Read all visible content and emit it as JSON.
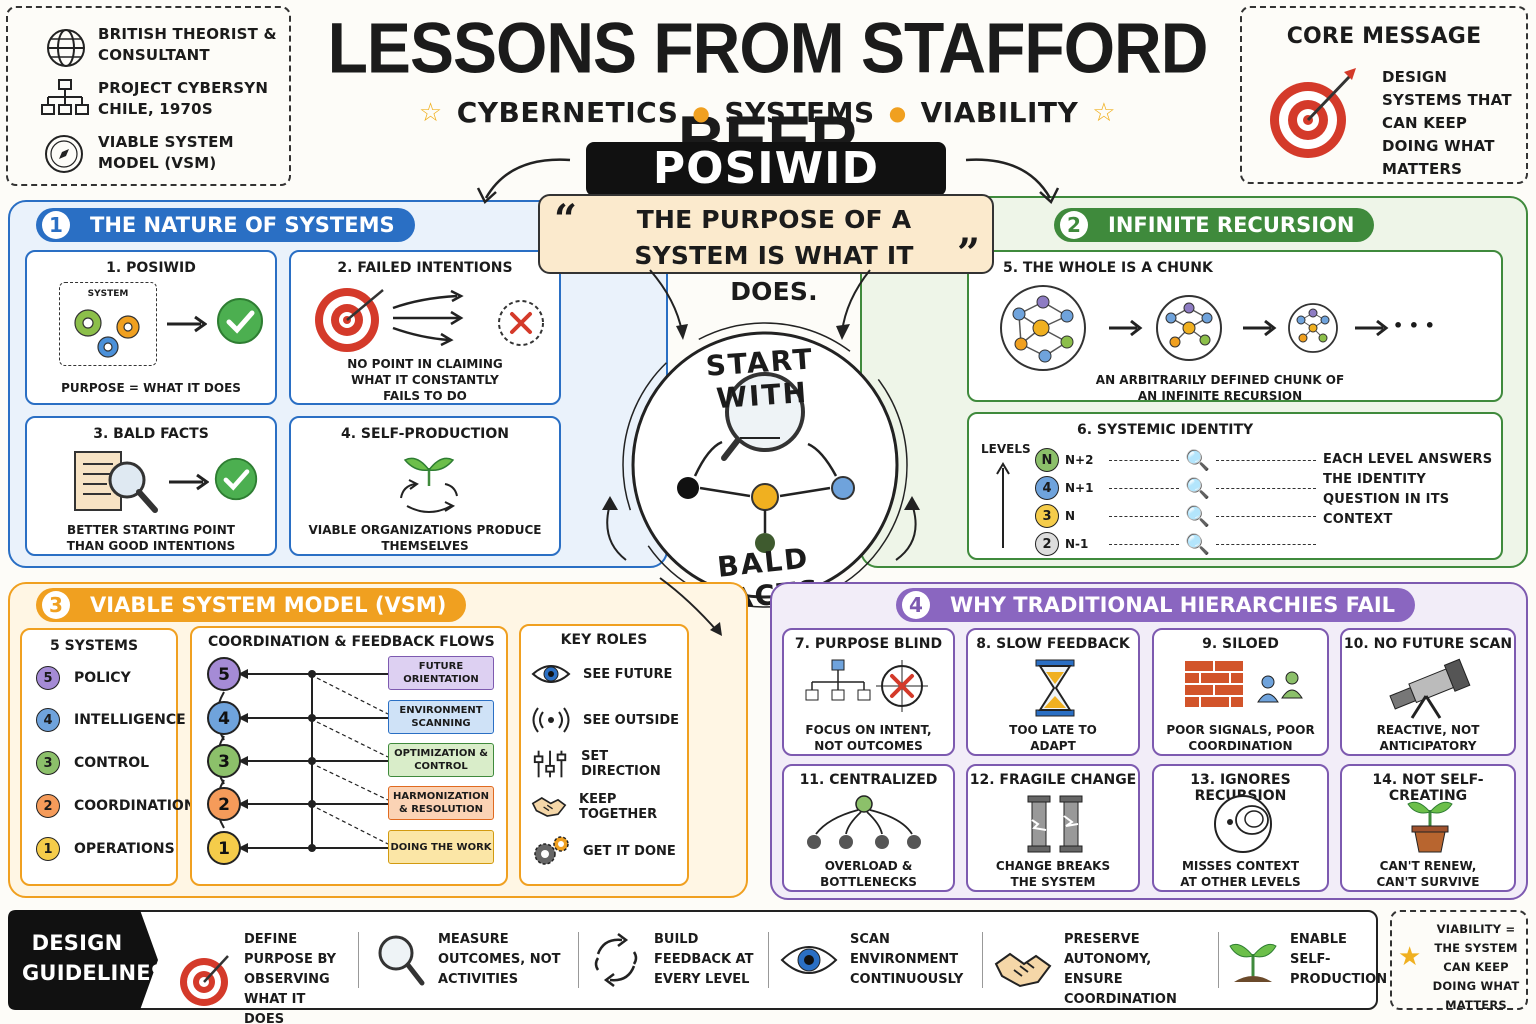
{
  "title": "LESSONS FROM STAFFORD BEER",
  "subtitle": [
    "CYBERNETICS",
    "SYSTEMS",
    "VIABILITY"
  ],
  "profile": [
    {
      "icon": "globe-icon",
      "text": "BRITISH THEORIST & CONSULTANT"
    },
    {
      "icon": "org-chart-icon",
      "text": "PROJECT CYBERSYN CHILE, 1970s"
    },
    {
      "icon": "compass-icon",
      "text": "VIABLE SYSTEM MODEL (VSM)"
    }
  ],
  "core": {
    "title": "CORE MESSAGE",
    "text": "DESIGN SYSTEMS THAT CAN KEEP DOING WHAT MATTERS"
  },
  "posiwid": {
    "label": "POSIWID",
    "quote": "THE PURPOSE OF A SYSTEM IS WHAT IT DOES."
  },
  "center": {
    "top": "START WITH",
    "bottom": "BALD FACTS"
  },
  "sections": {
    "s1": {
      "num": "1",
      "title": "THE NATURE OF SYSTEMS",
      "color": "#2a6fc4"
    },
    "s2": {
      "num": "2",
      "title": "INFINITE RECURSION",
      "color": "#3f8a3c"
    },
    "s3": {
      "num": "3",
      "title": "VIABLE SYSTEM MODEL (VSM)",
      "color": "#f0a020"
    },
    "s4": {
      "num": "4",
      "title": "WHY TRADITIONAL HIERARCHIES FAIL",
      "color": "#7d5ab0"
    }
  },
  "s1cards": {
    "c1": {
      "title": "1. POSIWID",
      "label": "SYSTEM",
      "caption": "PURPOSE = WHAT IT DOES"
    },
    "c2": {
      "title": "2. FAILED INTENTIONS",
      "caption": "NO POINT IN CLAIMING WHAT IT CONSTANTLY FAILS TO DO"
    },
    "c3": {
      "title": "3. BALD FACTS",
      "caption": "BETTER STARTING POINT THAN GOOD INTENTIONS"
    },
    "c4": {
      "title": "4. SELF-PRODUCTION",
      "caption": "VIABLE ORGANIZATIONS PRODUCE THEMSELVES"
    }
  },
  "s2cards": {
    "c5": {
      "title": "5. THE WHOLE IS A CHUNK",
      "ellipsis": "• • •",
      "caption": "AN ARBITRARILY DEFINED CHUNK OF AN INFINITE RECURSION"
    },
    "c6": {
      "title": "6. SYSTEMIC IDENTITY",
      "levels_label": "LEVELS",
      "levels": [
        "N+2",
        "N+1",
        "N",
        "N-1"
      ],
      "caption": "EACH LEVEL ANSWERS THE IDENTITY QUESTION IN ITS CONTEXT"
    }
  },
  "vsm": {
    "systems_title": "5 SYSTEMS",
    "systems": [
      {
        "n": "5",
        "label": "POLICY",
        "color": "#a58bd6"
      },
      {
        "n": "4",
        "label": "INTELLIGENCE",
        "color": "#6fa3dc"
      },
      {
        "n": "3",
        "label": "CONTROL",
        "color": "#8cc06a"
      },
      {
        "n": "2",
        "label": "COORDINATION",
        "color": "#f59b5a"
      },
      {
        "n": "1",
        "label": "OPERATIONS",
        "color": "#f5cc4a"
      }
    ],
    "flows_title": "COORDINATION & FEEDBACK FLOWS",
    "flows": [
      {
        "label": "FUTURE ORIENTATION",
        "fill": "#ddd0f2",
        "border": "#7d5ab0"
      },
      {
        "label": "ENVIRONMENT SCANNING",
        "fill": "#cfe2f7",
        "border": "#2a6fc4"
      },
      {
        "label": "OPTIMIZATION & CONTROL",
        "fill": "#d9edc9",
        "border": "#3f8a3c"
      },
      {
        "label": "HARMONIZATION & RESOLUTION",
        "fill": "#fbd3b5",
        "border": "#e06a20"
      },
      {
        "label": "DOING THE WORK",
        "fill": "#fbe6a6",
        "border": "#d29a10"
      }
    ],
    "roles_title": "KEY ROLES",
    "roles": [
      {
        "icon": "eye-icon",
        "label": "SEE FUTURE"
      },
      {
        "icon": "radar-icon",
        "label": "SEE OUTSIDE"
      },
      {
        "icon": "sliders-icon",
        "label": "SET DIRECTION"
      },
      {
        "icon": "handshake-icon",
        "label": "KEEP TOGETHER"
      },
      {
        "icon": "gears-icon",
        "label": "GET IT DONE"
      }
    ]
  },
  "fails": [
    {
      "title": "7. PURPOSE BLIND",
      "caption": "FOCUS ON INTENT, NOT OUTCOMES",
      "icon": "target-miss-icon"
    },
    {
      "title": "8. SLOW FEEDBACK",
      "caption": "TOO LATE TO ADAPT",
      "icon": "hourglass-icon"
    },
    {
      "title": "9. SILOED",
      "caption": "POOR SIGNALS, POOR COORDINATION",
      "icon": "brick-wall-icon"
    },
    {
      "title": "10. NO FUTURE SCAN",
      "caption": "REACTIVE, NOT ANTICIPATORY",
      "icon": "telescope-icon"
    },
    {
      "title": "11. CENTRALIZED",
      "caption": "OVERLOAD & BOTTLENECKS",
      "icon": "hub-icon"
    },
    {
      "title": "12. FRAGILE CHANGE",
      "caption": "CHANGE BREAKS THE SYSTEM",
      "icon": "broken-pillars-icon"
    },
    {
      "title": "13. IGNORES RECURSION",
      "caption": "MISSES CONTEXT AT OTHER LEVELS",
      "icon": "nested-circles-icon"
    },
    {
      "title": "14. NOT SELF-CREATING",
      "caption": "CAN'T RENEW, CAN'T SURVIVE",
      "icon": "plant-pot-icon"
    }
  ],
  "guidelines": {
    "label": "DESIGN GUIDELINES",
    "items": [
      {
        "icon": "target-icon",
        "text": "DEFINE PURPOSE BY OBSERVING WHAT IT DOES"
      },
      {
        "icon": "magnifier-icon",
        "text": "MEASURE OUTCOMES, NOT ACTIVITIES"
      },
      {
        "icon": "cycle-icon",
        "text": "BUILD FEEDBACK AT EVERY LEVEL"
      },
      {
        "icon": "eye-icon",
        "text": "SCAN ENVIRONMENT CONTINUOUSLY"
      },
      {
        "icon": "handshake-icon",
        "text": "PRESERVE AUTONOMY, ENSURE COORDINATION"
      },
      {
        "icon": "sprout-icon",
        "text": "ENABLE SELF-PRODUCTION"
      }
    ],
    "viability": "VIABILITY = THE SYSTEM CAN KEEP DOING WHAT MATTERS"
  },
  "colors": {
    "blue": "#2a6fc4",
    "green": "#3f8a3c",
    "orange": "#f0a020",
    "purple": "#7d5ab0",
    "red": "#d43a2a",
    "posiwid_bg": "#fbeacd"
  }
}
